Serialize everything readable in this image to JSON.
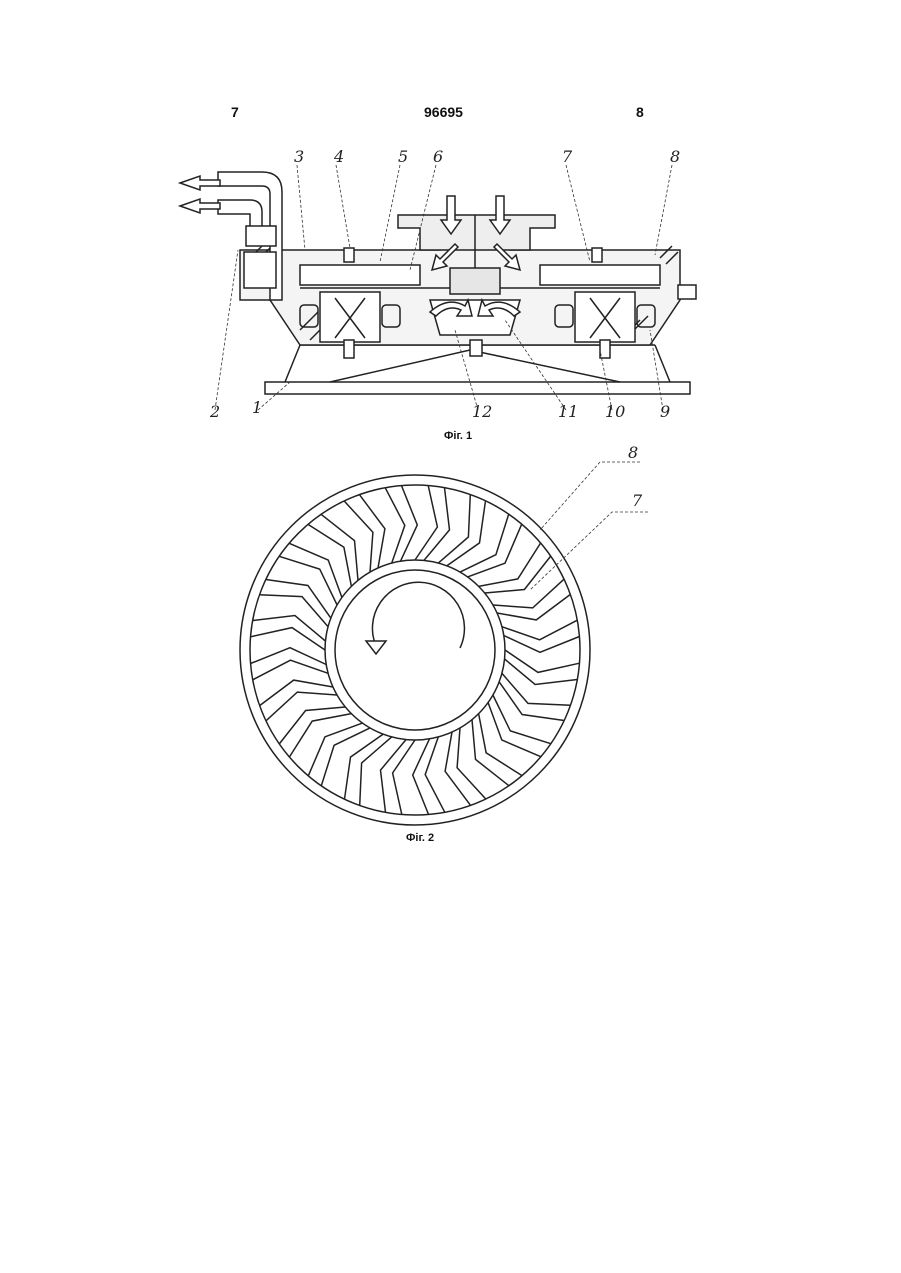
{
  "header": {
    "left_page": "7",
    "patent_number": "96695",
    "right_page": "8"
  },
  "figure1": {
    "caption": "Фіг. 1",
    "top_labels": [
      "3",
      "4",
      "5",
      "6",
      "7",
      "8"
    ],
    "bottom_labels": [
      "2",
      "1",
      "12",
      "11",
      "10",
      "9"
    ]
  },
  "figure2": {
    "caption": "Фіг. 2",
    "labels": [
      "8",
      "7"
    ]
  }
}
